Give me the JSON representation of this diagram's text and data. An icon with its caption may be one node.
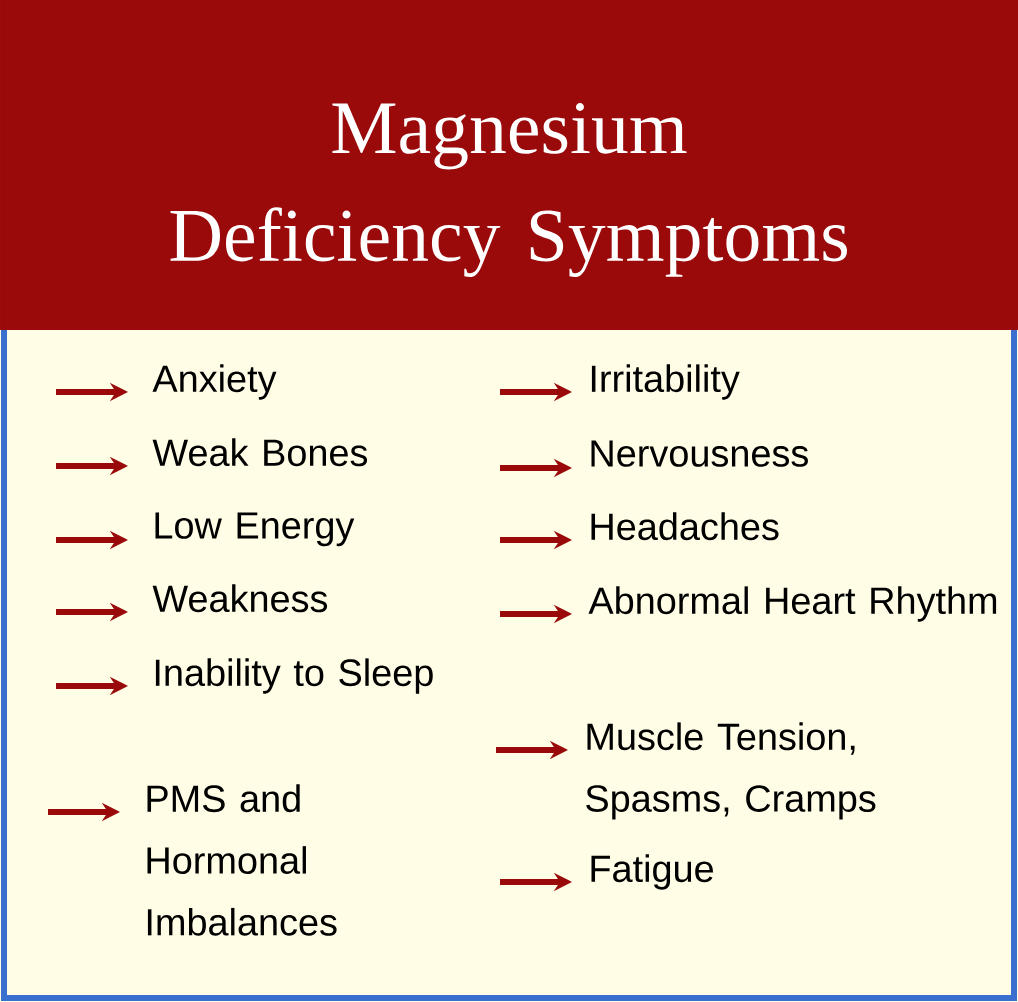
{
  "diagram": {
    "title": "Magnesium Deficiency Symptoms",
    "labels": [
      "Anxiety",
      "Weak Bones",
      "Low Energy",
      "Weakness",
      "Inability to Sleep",
      "PMS and Hormonal Imbalances",
      "Irritability",
      "Nervousness",
      "Headaches",
      "Abnormal Heart Rhythm",
      "Muscle Tension, Spasms, Cramps",
      "Fatigue"
    ]
  }
}
